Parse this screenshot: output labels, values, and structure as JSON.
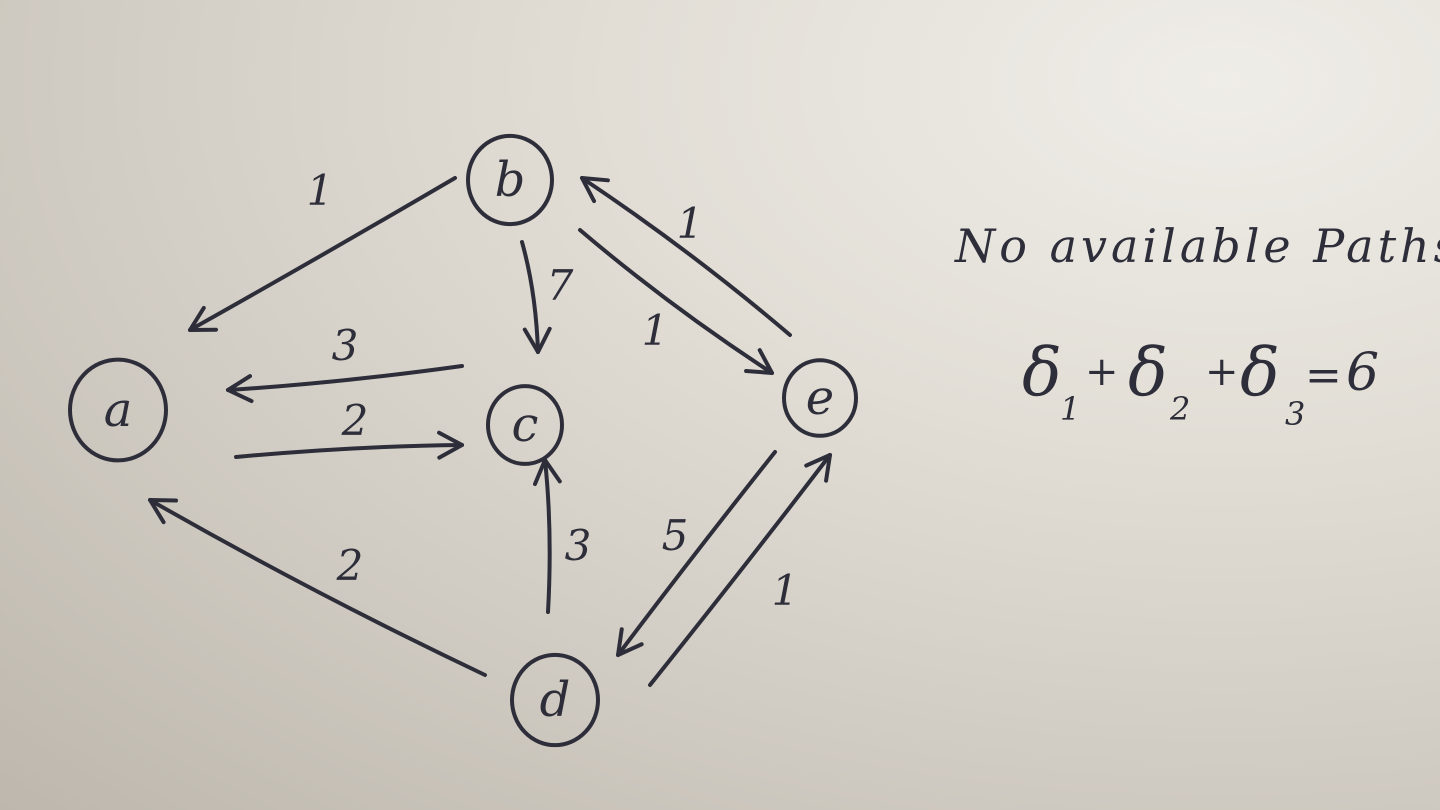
{
  "nodes": [
    {
      "id": "a",
      "label": "a"
    },
    {
      "id": "b",
      "label": "b"
    },
    {
      "id": "c",
      "label": "c"
    },
    {
      "id": "d",
      "label": "d"
    },
    {
      "id": "e",
      "label": "e"
    }
  ],
  "edges": [
    {
      "from": "b",
      "to": "a",
      "weight": "1"
    },
    {
      "from": "b",
      "to": "c",
      "weight": "7"
    },
    {
      "from": "c",
      "to": "a",
      "weight": "3"
    },
    {
      "from": "a",
      "to": "c",
      "weight": "2"
    },
    {
      "from": "d",
      "to": "a",
      "weight": "2"
    },
    {
      "from": "d",
      "to": "c",
      "weight": "3"
    },
    {
      "from": "b",
      "to": "e",
      "weight": "1"
    },
    {
      "from": "e",
      "to": "b",
      "weight": "1"
    },
    {
      "from": "e",
      "to": "d",
      "weight": "5"
    },
    {
      "from": "d",
      "to": "e",
      "weight": "1"
    }
  ],
  "notes": {
    "no_paths": "No available Paths",
    "equation": {
      "delta": "δ",
      "sub1": "1",
      "sub2": "2",
      "sub3": "3",
      "plus": "+",
      "equals": "=",
      "total": "6"
    }
  }
}
